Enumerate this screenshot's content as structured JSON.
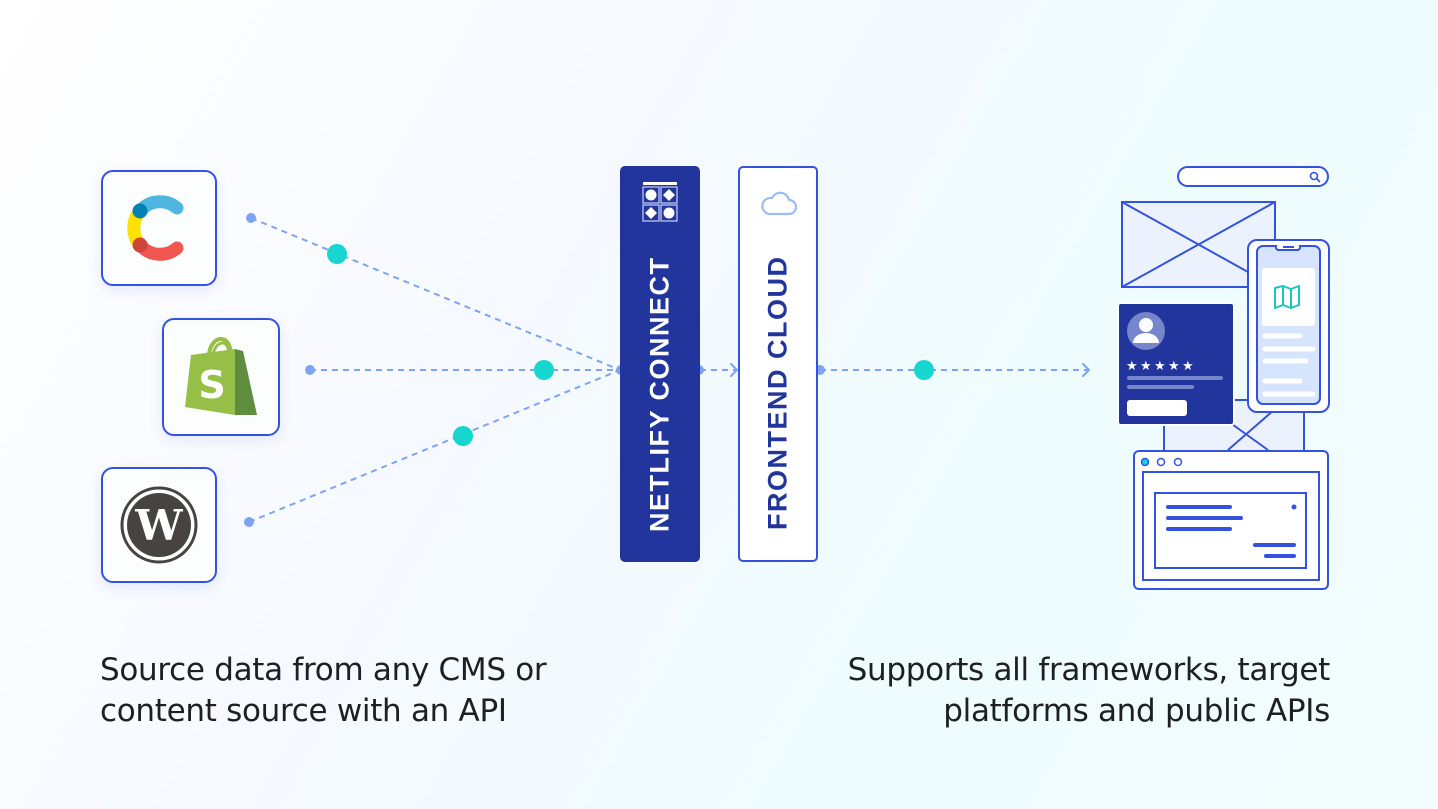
{
  "sources": [
    {
      "name": "Contentful",
      "icon": "contentful-logo-icon"
    },
    {
      "name": "Shopify",
      "icon": "shopify-logo-icon"
    },
    {
      "name": "WordPress",
      "icon": "wordpress-logo-icon"
    }
  ],
  "layers": {
    "netlify_connect": "NETLIFY CONNECT",
    "frontend_cloud": "FRONTEND CLOUD"
  },
  "captions": {
    "left": [
      "Source data from any CMS or",
      "content source with an API"
    ],
    "right": [
      "Supports all frameworks, target",
      "platforms and public APIs"
    ]
  },
  "colors": {
    "primary_blue": "#3452e0",
    "navy": "#22359c",
    "connector": "#7fa3f3",
    "teal_dot": "#17d6d0",
    "text": "#1d1f22"
  }
}
